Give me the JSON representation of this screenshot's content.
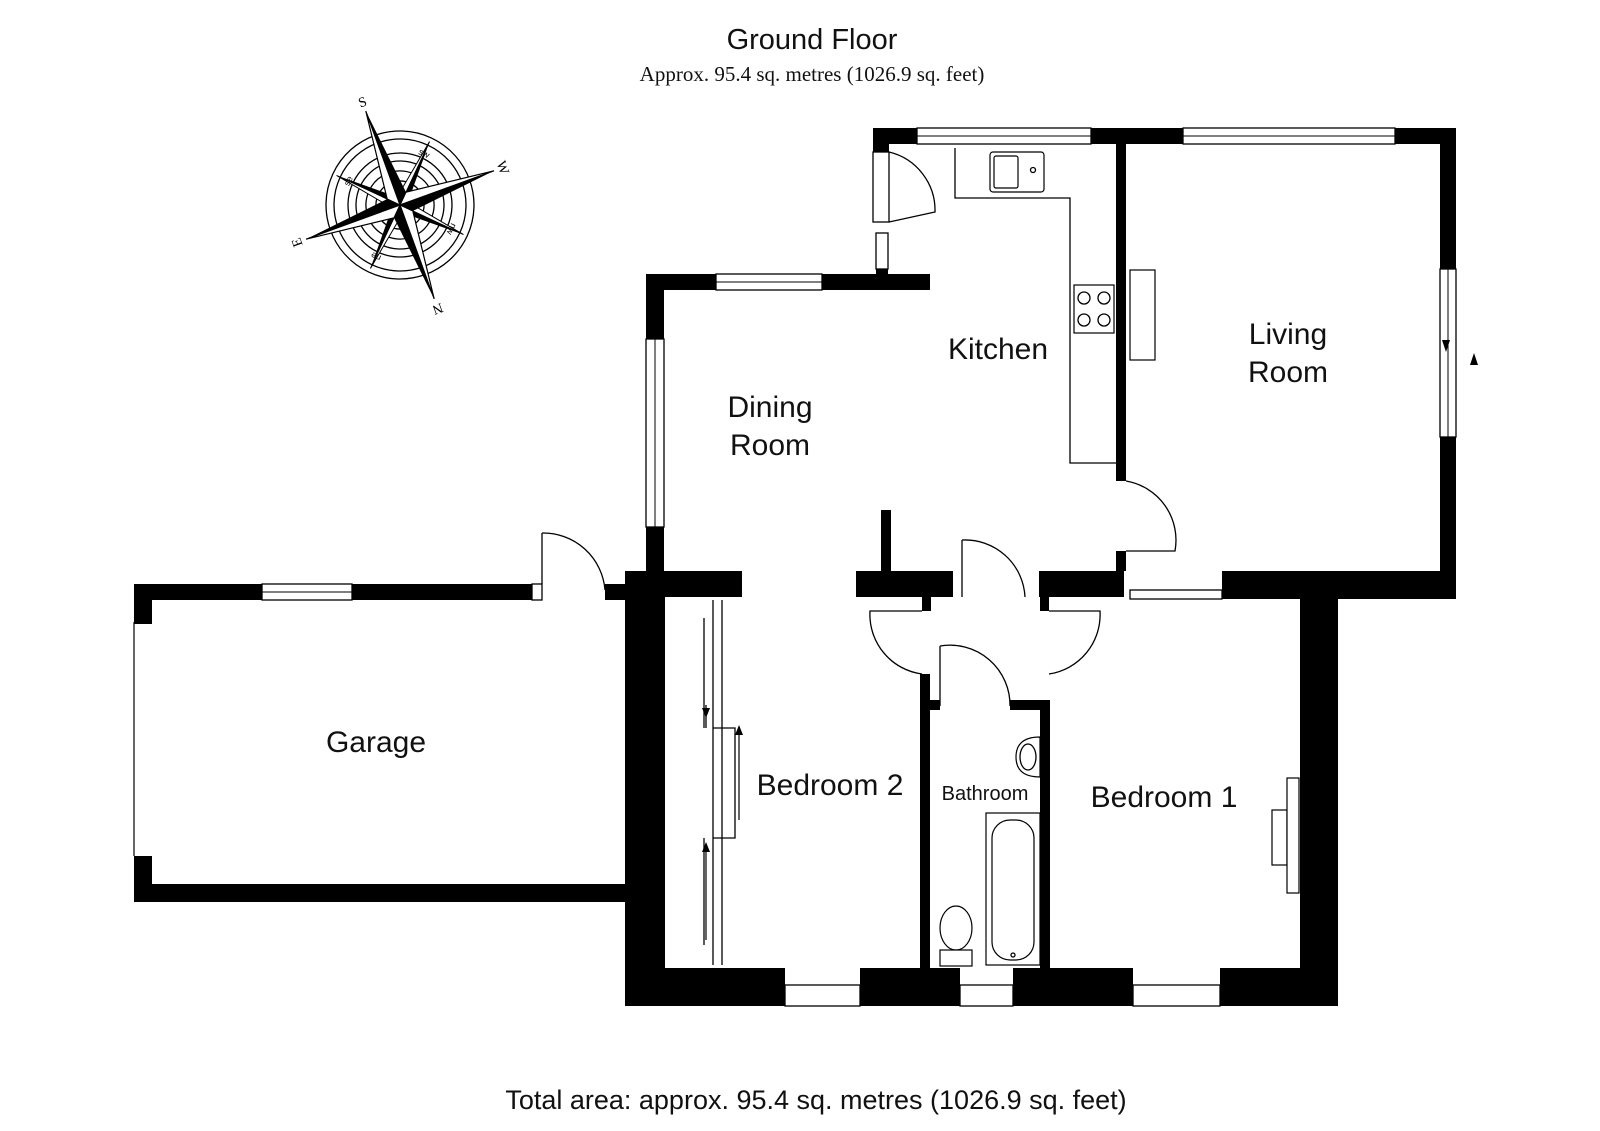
{
  "header": {
    "title": "Ground Floor",
    "subtitle": "Approx. 95.4 sq. metres (1026.9 sq. feet)"
  },
  "rooms": {
    "kitchen": [
      "Kitchen"
    ],
    "living_room": [
      "Living",
      "Room"
    ],
    "dining_room": [
      "Dining",
      "Room"
    ],
    "garage": [
      "Garage"
    ],
    "bedroom_2": [
      "Bedroom 2"
    ],
    "bathroom": [
      "Bathroom"
    ],
    "bedroom_1": [
      "Bedroom 1"
    ]
  },
  "compass": {
    "points": [
      "S",
      "W",
      "N",
      "E"
    ],
    "sub_points": [
      "sw",
      "nw",
      "ne",
      "se"
    ]
  },
  "footer": {
    "total_area": "Total area: approx. 95.4 sq. metres (1026.9 sq. feet)"
  },
  "colors": {
    "wall": "#000000",
    "background": "#ffffff"
  }
}
